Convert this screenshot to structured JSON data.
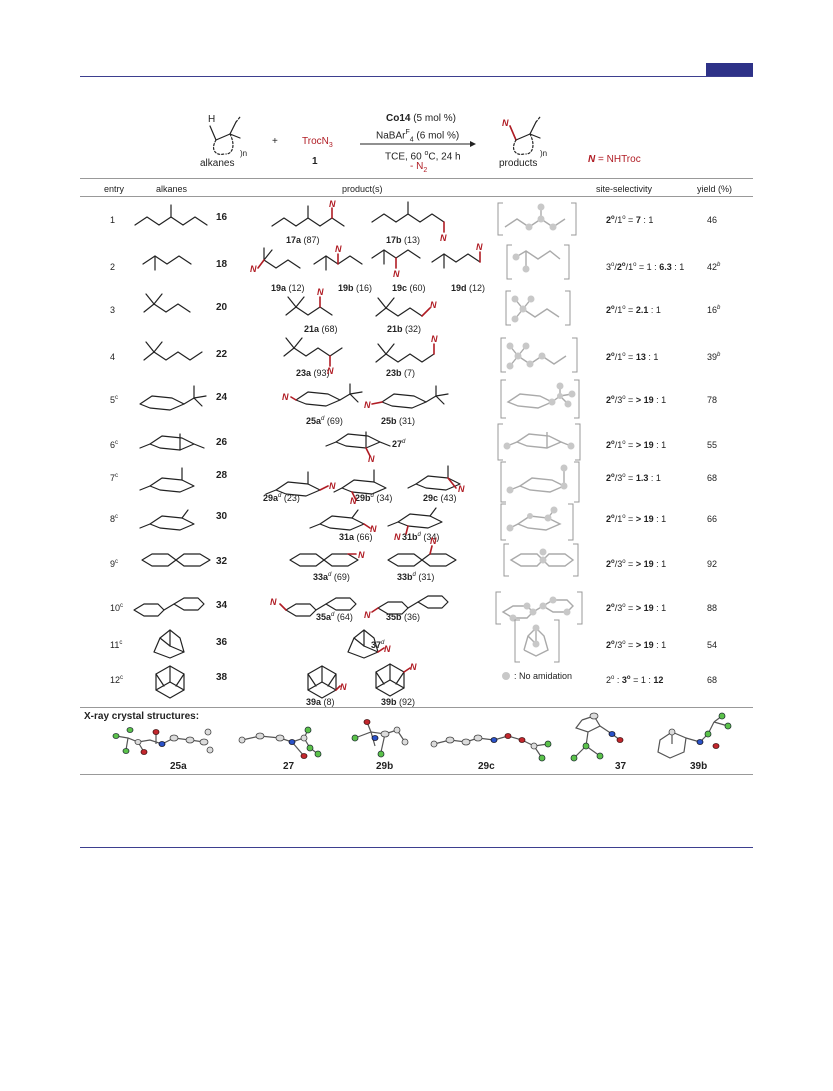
{
  "scheme": {
    "sub_label": "alkanes",
    "plus": "+",
    "reagent": "TrocN",
    "reagent_sub": "3",
    "reagent_num": "1",
    "cond_cat": "Co14",
    "cond_cat_amt": " (5 mol %)",
    "cond_add": "NaBAr",
    "cond_add_sup": "F",
    "cond_add_sub": "4",
    "cond_add_amt": " (6 mol %)",
    "cond_solv": "TCE, 60 ",
    "cond_deg": "o",
    "cond_solv2": "C, 24 h",
    "cond_n2": "- N",
    "cond_n2_sub": "2",
    "prod_label": "products",
    "n_def_n": "N",
    "n_def_rest": " = NHTroc",
    "h_atom": "H",
    "n_sub": "n"
  },
  "headers": {
    "entry": "entry",
    "alkanes": "alkanes",
    "products": "product(s)",
    "site": "site-selectivity",
    "yield": "yield (%)"
  },
  "rows": [
    {
      "entry": "1",
      "entry_sup": "",
      "num": "16",
      "yield": "46",
      "yield_sup": "",
      "prods": [
        {
          "id": "17a",
          "sup": "",
          "val": " (87)"
        },
        {
          "id": "17b",
          "sup": "",
          "val": " (13)"
        }
      ],
      "sel": [
        {
          "t": "2",
          "b": true
        },
        {
          "t": "o",
          "b": true,
          "sup": true
        },
        {
          "t": "/1",
          "b": false
        },
        {
          "t": "o",
          "b": false,
          "sup": true
        },
        {
          "t": " = ",
          "b": false
        },
        {
          "t": "7",
          "b": true
        },
        {
          "t": " : 1",
          "b": false
        }
      ]
    },
    {
      "entry": "2",
      "entry_sup": "",
      "num": "18",
      "yield": "42",
      "yield_sup": "b",
      "prods": [
        {
          "id": "19a",
          "sup": "",
          "val": " (12)"
        },
        {
          "id": "19b",
          "sup": "",
          "val": " (16)"
        },
        {
          "id": "19c",
          "sup": "",
          "val": " (60)"
        },
        {
          "id": "19d",
          "sup": "",
          "val": " (12)"
        }
      ],
      "sel": [
        {
          "t": "3",
          "b": false
        },
        {
          "t": "o",
          "b": false,
          "sup": true
        },
        {
          "t": "/",
          "b": false
        },
        {
          "t": "2",
          "b": true
        },
        {
          "t": "o",
          "b": true,
          "sup": true
        },
        {
          "t": "/1",
          "b": false
        },
        {
          "t": "o",
          "b": false,
          "sup": true
        },
        {
          "t": " = 1 : ",
          "b": false
        },
        {
          "t": "6.3",
          "b": true
        },
        {
          "t": " : 1",
          "b": false
        }
      ]
    },
    {
      "entry": "3",
      "entry_sup": "",
      "num": "20",
      "yield": "16",
      "yield_sup": "b",
      "prods": [
        {
          "id": "21a",
          "sup": "",
          "val": " (68)"
        },
        {
          "id": "21b",
          "sup": "",
          "val": " (32)"
        }
      ],
      "sel": [
        {
          "t": "2",
          "b": true
        },
        {
          "t": "o",
          "b": true,
          "sup": true
        },
        {
          "t": "/1",
          "b": false
        },
        {
          "t": "o",
          "b": false,
          "sup": true
        },
        {
          "t": " = ",
          "b": false
        },
        {
          "t": "2.1",
          "b": true
        },
        {
          "t": " : 1",
          "b": false
        }
      ]
    },
    {
      "entry": "4",
      "entry_sup": "",
      "num": "22",
      "yield": "39",
      "yield_sup": "b",
      "prods": [
        {
          "id": "23a",
          "sup": "",
          "val": " (93)"
        },
        {
          "id": "23b",
          "sup": "",
          "val": " (7)"
        }
      ],
      "sel": [
        {
          "t": "2",
          "b": true
        },
        {
          "t": "o",
          "b": true,
          "sup": true
        },
        {
          "t": "/1",
          "b": false
        },
        {
          "t": "o",
          "b": false,
          "sup": true
        },
        {
          "t": " = ",
          "b": false
        },
        {
          "t": "13",
          "b": true
        },
        {
          "t": " : 1",
          "b": false
        }
      ]
    },
    {
      "entry": "5",
      "entry_sup": "c",
      "num": "24",
      "yield": "78",
      "yield_sup": "",
      "prods": [
        {
          "id": "25a",
          "sup": "d",
          "val": " (69)"
        },
        {
          "id": "25b",
          "sup": "",
          "val": " (31)"
        }
      ],
      "sel": [
        {
          "t": "2",
          "b": true
        },
        {
          "t": "o",
          "b": true,
          "sup": true
        },
        {
          "t": "/3",
          "b": false
        },
        {
          "t": "o",
          "b": false,
          "sup": true
        },
        {
          "t": " = ",
          "b": false
        },
        {
          "t": "> 19",
          "b": true
        },
        {
          "t": " : 1",
          "b": false
        }
      ]
    },
    {
      "entry": "6",
      "entry_sup": "c",
      "num": "26",
      "yield": "55",
      "yield_sup": "",
      "prods": [
        {
          "id": "27",
          "sup": "d",
          "val": ""
        }
      ],
      "sel": [
        {
          "t": "2",
          "b": true
        },
        {
          "t": "o",
          "b": true,
          "sup": true
        },
        {
          "t": "/1",
          "b": false
        },
        {
          "t": "o",
          "b": false,
          "sup": true
        },
        {
          "t": " = ",
          "b": false
        },
        {
          "t": "> 19",
          "b": true
        },
        {
          "t": " : 1",
          "b": false
        }
      ]
    },
    {
      "entry": "7",
      "entry_sup": "c",
      "num": "28",
      "yield": "68",
      "yield_sup": "",
      "prods": [
        {
          "id": "29a",
          "sup": "d",
          "val": " (23)"
        },
        {
          "id": "29b",
          "sup": "d",
          "val": " (34)"
        },
        {
          "id": "29c",
          "sup": "",
          "val": " (43)"
        }
      ],
      "sel": [
        {
          "t": "2",
          "b": true
        },
        {
          "t": "o",
          "b": true,
          "sup": true
        },
        {
          "t": "/3",
          "b": false
        },
        {
          "t": "o",
          "b": false,
          "sup": true
        },
        {
          "t": " = ",
          "b": false
        },
        {
          "t": "1.3",
          "b": true
        },
        {
          "t": " : 1",
          "b": false
        }
      ]
    },
    {
      "entry": "8",
      "entry_sup": "c",
      "num": "30",
      "yield": "66",
      "yield_sup": "",
      "prods": [
        {
          "id": "31a",
          "sup": "",
          "val": " (66)"
        },
        {
          "id": "31b",
          "sup": "d",
          "val": " (34)"
        }
      ],
      "sel": [
        {
          "t": "2",
          "b": true
        },
        {
          "t": "o",
          "b": true,
          "sup": true
        },
        {
          "t": "/1",
          "b": false
        },
        {
          "t": "o",
          "b": false,
          "sup": true
        },
        {
          "t": " = ",
          "b": false
        },
        {
          "t": "> 19",
          "b": true
        },
        {
          "t": " : 1",
          "b": false
        }
      ]
    },
    {
      "entry": "9",
      "entry_sup": "c",
      "num": "32",
      "yield": "92",
      "yield_sup": "",
      "prods": [
        {
          "id": "33a",
          "sup": "d",
          "val": " (69)"
        },
        {
          "id": "33b",
          "sup": "d",
          "val": " (31)"
        }
      ],
      "sel": [
        {
          "t": "2",
          "b": true
        },
        {
          "t": "o",
          "b": true,
          "sup": true
        },
        {
          "t": "/3",
          "b": false
        },
        {
          "t": "o",
          "b": false,
          "sup": true
        },
        {
          "t": " = ",
          "b": false
        },
        {
          "t": "> 19",
          "b": true
        },
        {
          "t": " : 1",
          "b": false
        }
      ]
    },
    {
      "entry": "10",
      "entry_sup": "c",
      "num": "34",
      "yield": "88",
      "yield_sup": "",
      "prods": [
        {
          "id": "35a",
          "sup": "d",
          "val": " (64)"
        },
        {
          "id": "35b",
          "sup": "",
          "val": " (36)"
        }
      ],
      "sel": [
        {
          "t": "2",
          "b": true
        },
        {
          "t": "o",
          "b": true,
          "sup": true
        },
        {
          "t": "/3",
          "b": false
        },
        {
          "t": "o",
          "b": false,
          "sup": true
        },
        {
          "t": " = ",
          "b": false
        },
        {
          "t": "> 19",
          "b": true
        },
        {
          "t": " : 1",
          "b": false
        }
      ]
    },
    {
      "entry": "11",
      "entry_sup": "c",
      "num": "36",
      "yield": "54",
      "yield_sup": "",
      "prods": [
        {
          "id": "37",
          "sup": "d",
          "val": ""
        }
      ],
      "sel": [
        {
          "t": "2",
          "b": true
        },
        {
          "t": "o",
          "b": true,
          "sup": true
        },
        {
          "t": "/3",
          "b": false
        },
        {
          "t": "o",
          "b": false,
          "sup": true
        },
        {
          "t": " = ",
          "b": false
        },
        {
          "t": "> 19",
          "b": true
        },
        {
          "t": " : 1",
          "b": false
        }
      ]
    },
    {
      "entry": "12",
      "entry_sup": "c",
      "num": "38",
      "yield": "68",
      "yield_sup": "",
      "prods": [
        {
          "id": "39a",
          "sup": "",
          "val": " (8)"
        },
        {
          "id": "39b",
          "sup": "",
          "val": " (92)"
        }
      ],
      "sel": [
        {
          "t": "2",
          "b": false
        },
        {
          "t": "o",
          "b": false,
          "sup": true
        },
        {
          "t": " : ",
          "b": false
        },
        {
          "t": "3",
          "b": true
        },
        {
          "t": "o",
          "b": true,
          "sup": true
        },
        {
          "t": " = 1 : ",
          "b": false
        },
        {
          "t": "12",
          "b": true
        }
      ]
    }
  ],
  "legend_no_amidation": ": No amidation",
  "xray": {
    "title": "X-ray crystal structures:",
    "labels": [
      "25a",
      "27",
      "29b",
      "29c",
      "37",
      "39b"
    ]
  }
}
